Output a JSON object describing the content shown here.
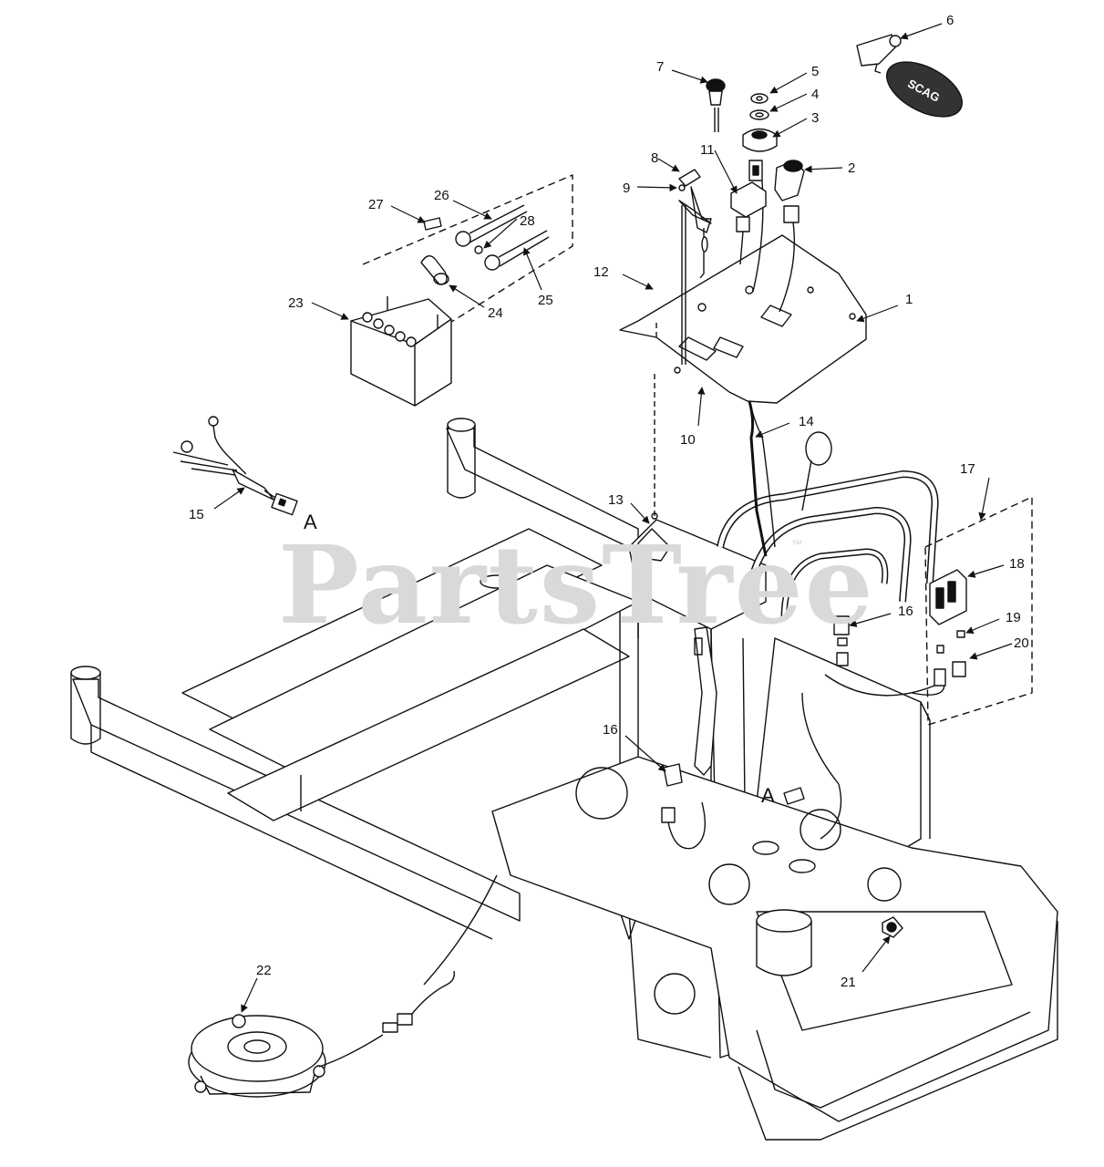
{
  "watermark": {
    "text": "PartsTree",
    "trademark": "™"
  },
  "key_fob_text": "SCAG",
  "callouts": [
    {
      "id": "1",
      "label": "1"
    },
    {
      "id": "2",
      "label": "2"
    },
    {
      "id": "3",
      "label": "3"
    },
    {
      "id": "4",
      "label": "4"
    },
    {
      "id": "5",
      "label": "5"
    },
    {
      "id": "6",
      "label": "6"
    },
    {
      "id": "7",
      "label": "7"
    },
    {
      "id": "8",
      "label": "8"
    },
    {
      "id": "9",
      "label": "9"
    },
    {
      "id": "10",
      "label": "10"
    },
    {
      "id": "11",
      "label": "11"
    },
    {
      "id": "12",
      "label": "12"
    },
    {
      "id": "13",
      "label": "13"
    },
    {
      "id": "14",
      "label": "14"
    },
    {
      "id": "15",
      "label": "15"
    },
    {
      "id": "16a",
      "label": "16"
    },
    {
      "id": "16b",
      "label": "16"
    },
    {
      "id": "17",
      "label": "17"
    },
    {
      "id": "18",
      "label": "18"
    },
    {
      "id": "19",
      "label": "19"
    },
    {
      "id": "20",
      "label": "20"
    },
    {
      "id": "21",
      "label": "21"
    },
    {
      "id": "22",
      "label": "22"
    },
    {
      "id": "23",
      "label": "23"
    },
    {
      "id": "24",
      "label": "24"
    },
    {
      "id": "25",
      "label": "25"
    },
    {
      "id": "26",
      "label": "26"
    },
    {
      "id": "27",
      "label": "27"
    },
    {
      "id": "28",
      "label": "28"
    }
  ],
  "connector_refs": [
    {
      "id": "a1",
      "label": "A"
    },
    {
      "id": "a2",
      "label": "A"
    }
  ]
}
